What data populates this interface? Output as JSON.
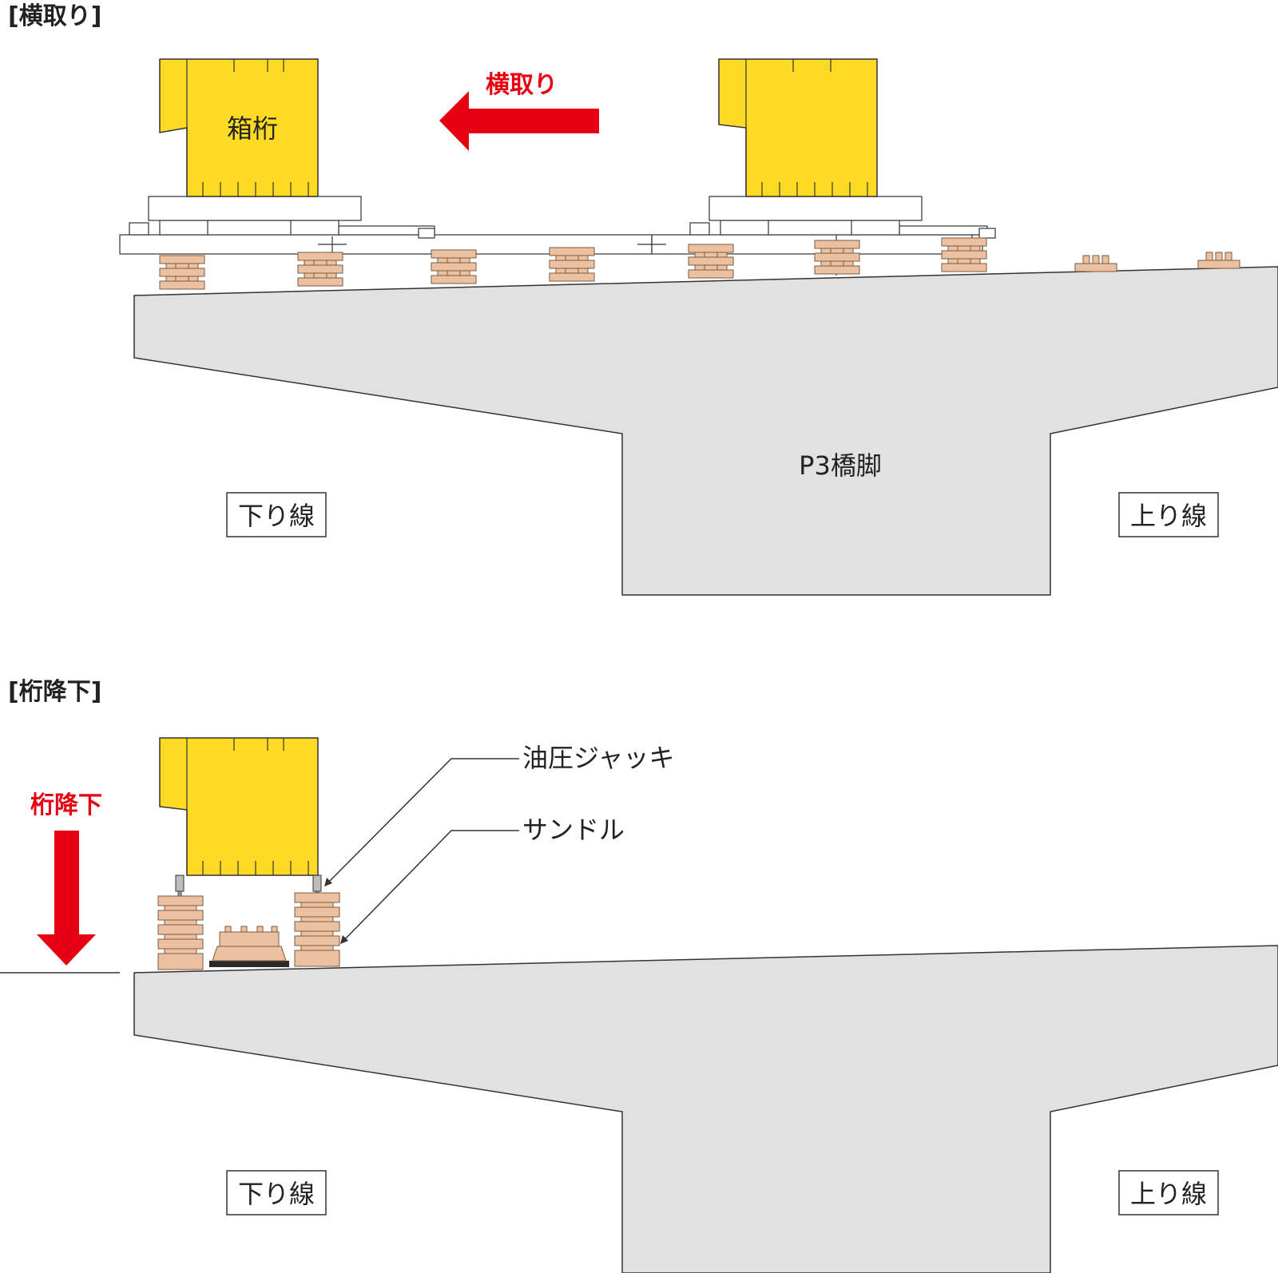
{
  "colors": {
    "girder": "#fdda24",
    "pier": "#e0e1e0",
    "sandle": "#ecc1a2",
    "arrow": "#e60012",
    "outline": "#333333"
  },
  "top_panel": {
    "title": "[横取り]",
    "arrow_label": "横取り",
    "girder_label": "箱桁",
    "pier_label": "P3橋脚",
    "left_box": "下り線",
    "right_box": "上り線"
  },
  "bottom_panel": {
    "title": "[桁降下]",
    "arrow_label": "桁降下",
    "jack_label": "油圧ジャッキ",
    "sandle_label": "サンドル",
    "left_box": "下り線",
    "right_box": "上り線"
  }
}
